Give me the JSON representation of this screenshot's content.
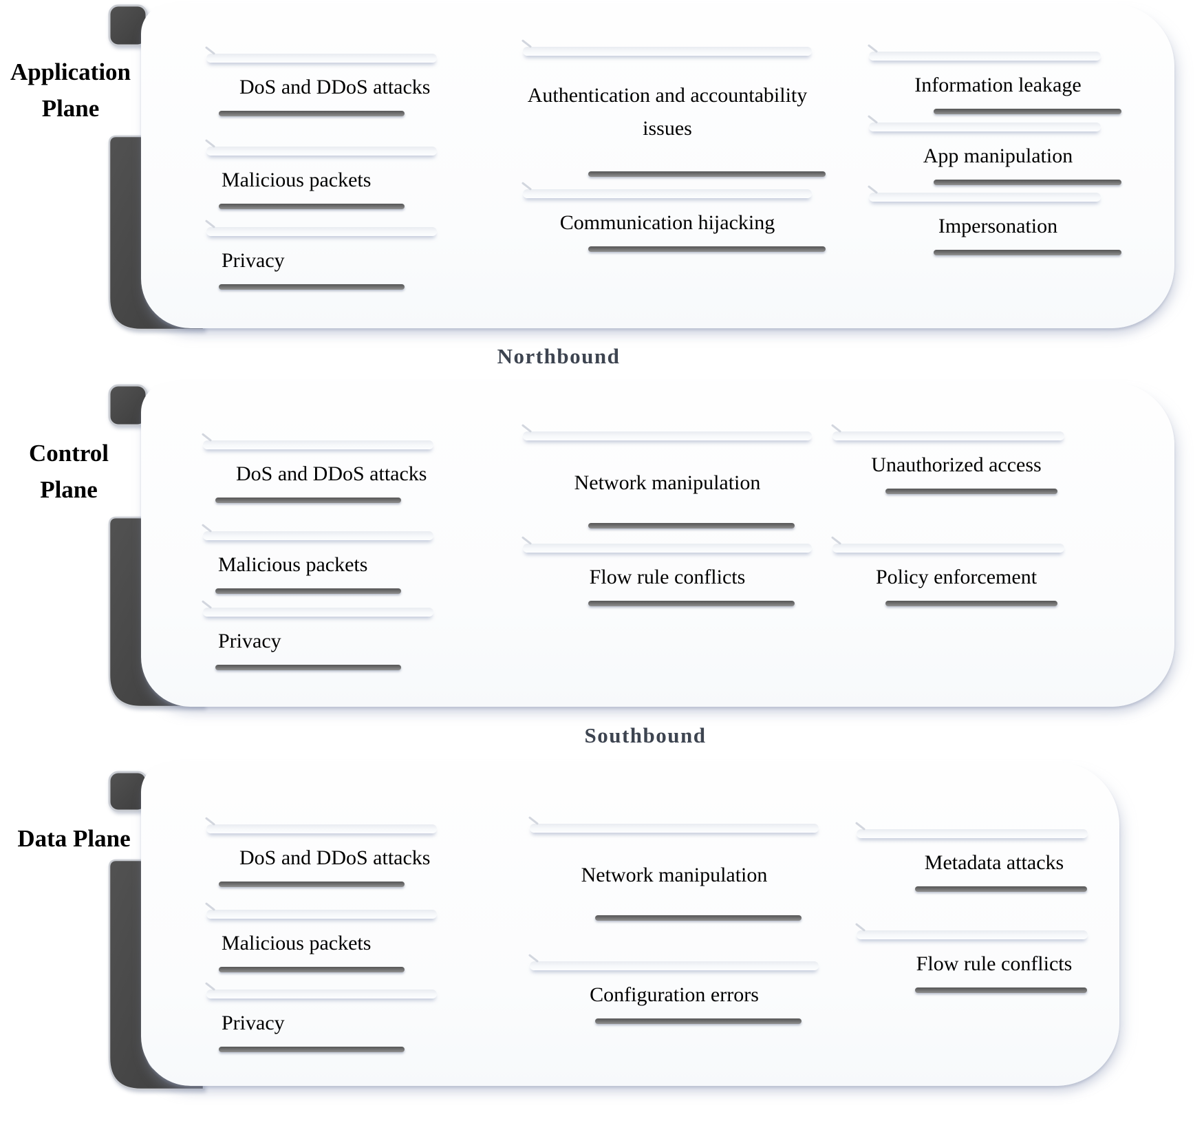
{
  "figure": {
    "type": "sdn-security-threats-diagram",
    "colors": {
      "panel_background": "#fcfdfe",
      "bracket_fill": "#464646",
      "bracket_rim": "#c9ccd2",
      "underline_top": "#565656",
      "underline_bottom": "#919191",
      "tab_highlight": "#e9ecf1",
      "bound_label": "#3d4450",
      "text": "#000000"
    }
  },
  "connectors": {
    "northbound": "Northbound",
    "southbound": "Southbound"
  },
  "planes": [
    {
      "name": "Application Plane",
      "label_lines": [
        "Application",
        "Plane"
      ],
      "columns": [
        {
          "items": [
            {
              "label": "DoS and DDoS attacks"
            },
            {
              "label": "Malicious packets"
            },
            {
              "label": "Privacy"
            }
          ]
        },
        {
          "items": [
            {
              "label": "Authentication and accountability issues"
            },
            {
              "label": "Communication hijacking"
            }
          ]
        },
        {
          "items": [
            {
              "label": "Information leakage"
            },
            {
              "label": "App manipulation"
            },
            {
              "label": "Impersonation"
            }
          ]
        }
      ]
    },
    {
      "name": "Control Plane",
      "label_lines": [
        "Control",
        "Plane"
      ],
      "columns": [
        {
          "items": [
            {
              "label": "DoS and DDoS attacks"
            },
            {
              "label": "Malicious packets"
            },
            {
              "label": "Privacy"
            }
          ]
        },
        {
          "items": [
            {
              "label": "Network manipulation"
            },
            {
              "label": "Flow rule conflicts"
            }
          ]
        },
        {
          "items": [
            {
              "label": "Unauthorized access"
            },
            {
              "label": "Policy enforcement"
            }
          ]
        }
      ]
    },
    {
      "name": "Data Plane",
      "label_lines": [
        "Data Plane"
      ],
      "columns": [
        {
          "items": [
            {
              "label": "DoS and DDoS attacks"
            },
            {
              "label": "Malicious packets"
            },
            {
              "label": "Privacy"
            }
          ]
        },
        {
          "items": [
            {
              "label": "Network manipulation"
            },
            {
              "label": "Configuration errors"
            }
          ]
        },
        {
          "items": [
            {
              "label": "Metadata attacks"
            },
            {
              "label": "Flow rule conflicts"
            }
          ]
        }
      ]
    }
  ]
}
